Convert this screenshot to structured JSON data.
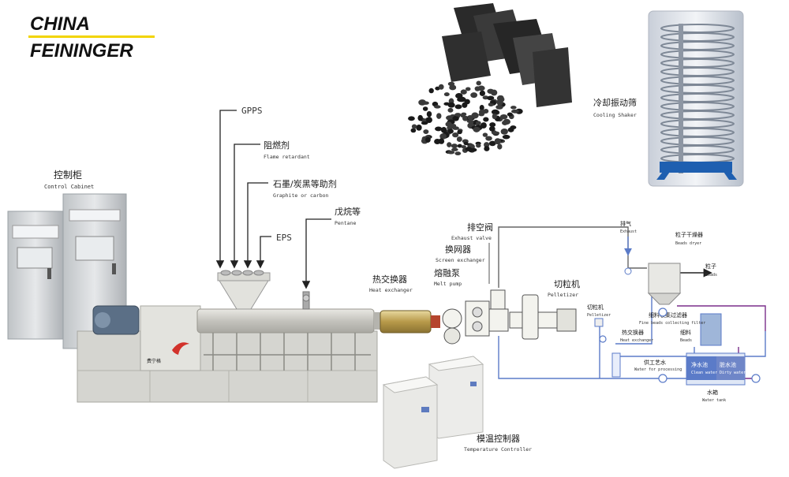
{
  "logo": {
    "line1": "CHINA",
    "line2": "FEININGER",
    "accent": "#f2d400"
  },
  "labels": {
    "control_cabinet": {
      "zh": "控制柜",
      "en": "Control Cabinet"
    },
    "gpps": "GPPS",
    "flame_retardant": {
      "zh": "阻燃剂",
      "en": "Flame retardant"
    },
    "graphite": {
      "zh": "石墨/炭黑等助剂",
      "en": "Graphite or carbon"
    },
    "eps": "EPS",
    "pentane": {
      "zh": "戊烷等",
      "en": "Pentane"
    },
    "heat_exchanger": {
      "zh": "热交换器",
      "en": "Heat exchanger"
    },
    "melt_pump": {
      "zh": "熔融泵",
      "en": "Melt pump"
    },
    "screen_exchanger": {
      "zh": "换网器",
      "en": "Screen exchanger"
    },
    "exhaust_valve": {
      "zh": "排空阀",
      "en": "Exhaust valve"
    },
    "pelletizer": {
      "zh": "切粒机",
      "en": "Pelletizer"
    },
    "cooling_shaker": {
      "zh": "冷却振动筛",
      "en": "Cooling Shaker"
    },
    "exhaust": {
      "zh": "排气",
      "en": "Exhaust"
    },
    "beads_dryer": {
      "zh": "粒子干燥器",
      "en": "Beads dryer"
    },
    "beads": {
      "zh": "粒子",
      "en": "Beads"
    },
    "pelletizer2": {
      "zh": "切粒机",
      "en": "Pelletizer"
    },
    "fine_beads_filter": {
      "zh": "细料收集过滤器",
      "en": "Fine beads collecting filter"
    },
    "heat_exchanger2": {
      "zh": "热交换器",
      "en": "Heat exchanger"
    },
    "process_water": {
      "zh": "供工艺水",
      "en": "Water for processing"
    },
    "fine_beads": {
      "zh": "细料",
      "en": "Beads"
    },
    "clean_water": {
      "zh": "净水池",
      "en": "Clean water"
    },
    "dirty_water": {
      "zh": "脏水池",
      "en": "Dirty water"
    },
    "water_tank": {
      "zh": "水箱",
      "en": "Water tank"
    },
    "temp_controller": {
      "zh": "模温控制器",
      "en": "Temperature Controller"
    },
    "machine_brand": "费宁格"
  },
  "colors": {
    "water_line": "#5b7bc8",
    "return_line": "#7a2f8a",
    "machine": "#d7d7d2",
    "barrel": "#c9c8c2",
    "arrow": "#222222"
  }
}
